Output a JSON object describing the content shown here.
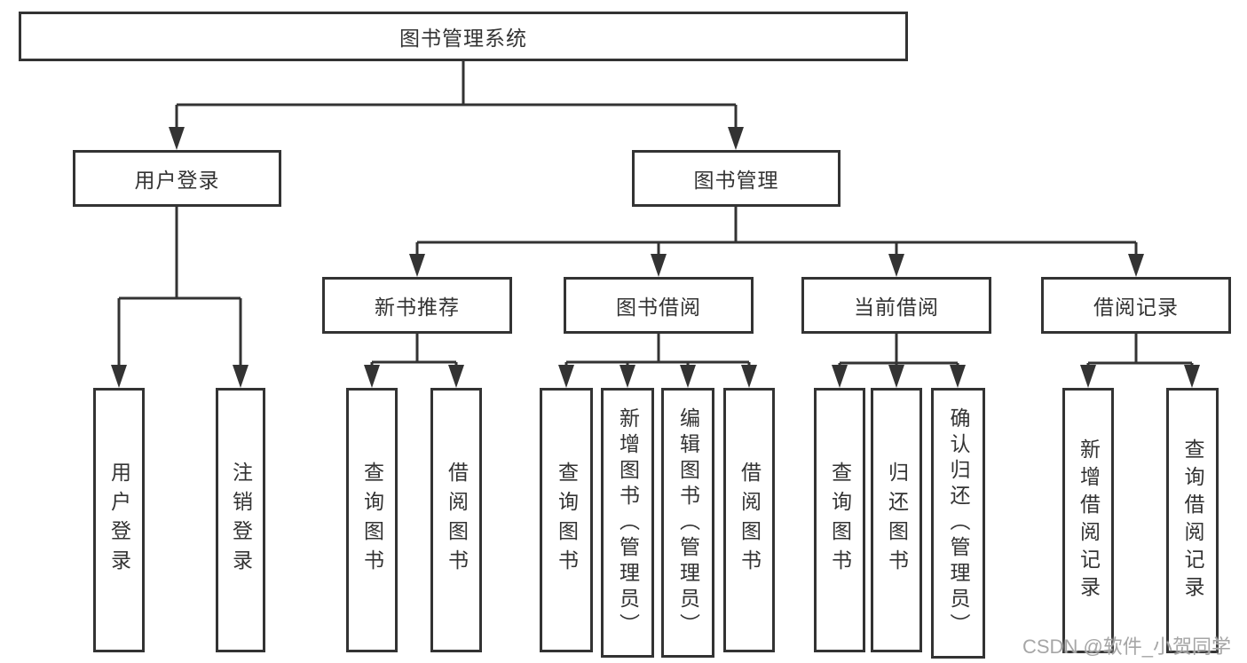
{
  "diagram": {
    "title": "图书管理系统",
    "level2": [
      "用户登录",
      "图书管理"
    ],
    "level3": [
      "新书推荐",
      "图书借阅",
      "当前借阅",
      "借阅记录"
    ],
    "leaves": {
      "user_login": [
        "用户登录",
        "注销登录"
      ],
      "new_book_rec": [
        "查询图书",
        "借阅图书"
      ],
      "book_borrow": [
        "查询图书",
        "新增图书（管理员）",
        "编辑图书（管理员）",
        "借阅图书"
      ],
      "current_borrow": [
        "查询图书",
        "归还图书",
        "确认归还（管理员）"
      ],
      "borrow_record": [
        "新增借阅记录",
        "查询借阅记录"
      ]
    }
  },
  "watermark": "CSDN @软件_小贺同学",
  "colors": {
    "line": "#333333",
    "text": "#333333",
    "background": "#ffffff",
    "watermark": "#a6a6a6"
  }
}
